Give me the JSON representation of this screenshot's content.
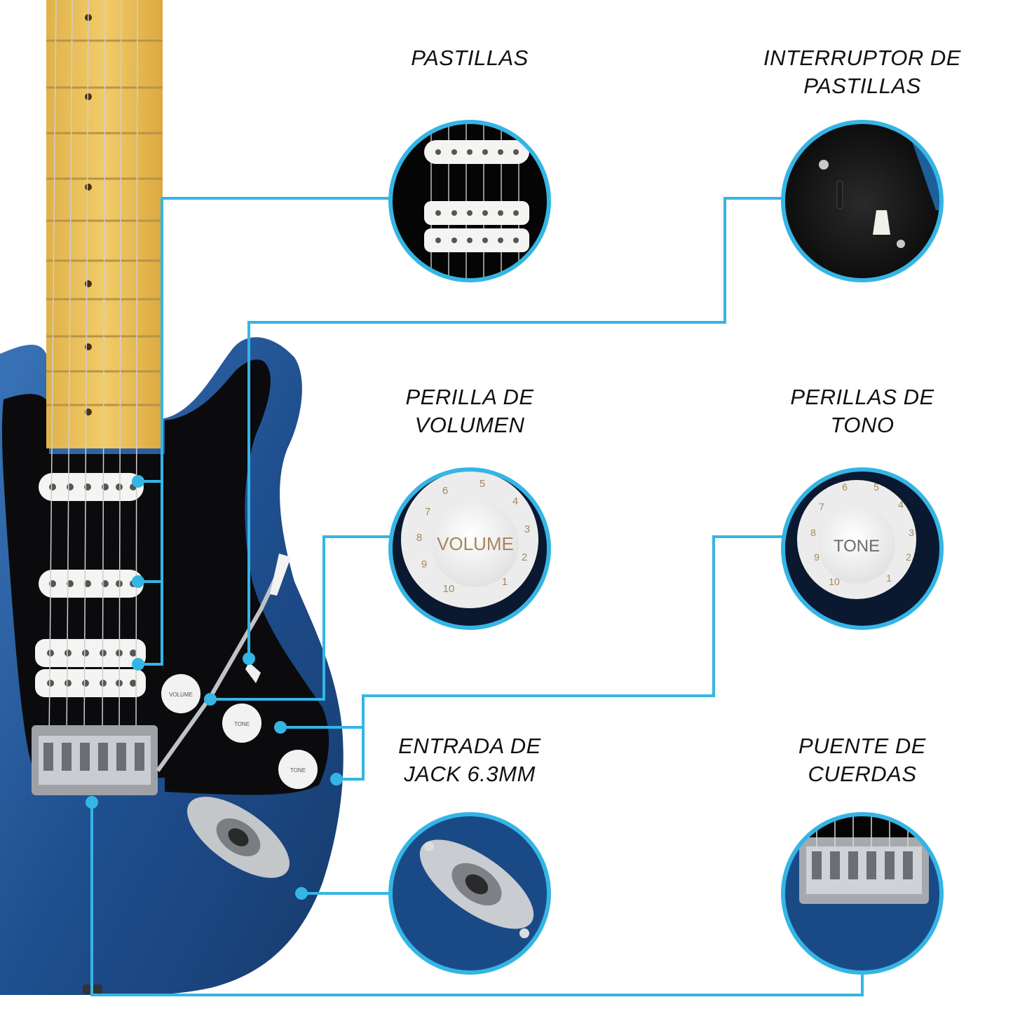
{
  "accent_color": "#35b5e5",
  "labels": {
    "pickups": {
      "line1": "PASTILLAS"
    },
    "pickup_switch": {
      "line1": "INTERRUPTOR DE",
      "line2": "PASTILLAS"
    },
    "volume_knob": {
      "line1": "PERILLA DE",
      "line2": "VOLUMEN"
    },
    "tone_knobs": {
      "line1": "PERILLAS DE",
      "line2": "TONO"
    },
    "jack_input": {
      "line1": "ENTRADA DE",
      "line2": "JACK 6.3MM"
    },
    "bridge": {
      "line1": "PUENTE DE",
      "line2": "CUERDAS"
    }
  },
  "knob_text": {
    "volume": "VOLUME",
    "tone": "TONE",
    "numbers": [
      "1",
      "2",
      "3",
      "4",
      "5",
      "6",
      "7",
      "8",
      "9",
      "10"
    ]
  }
}
